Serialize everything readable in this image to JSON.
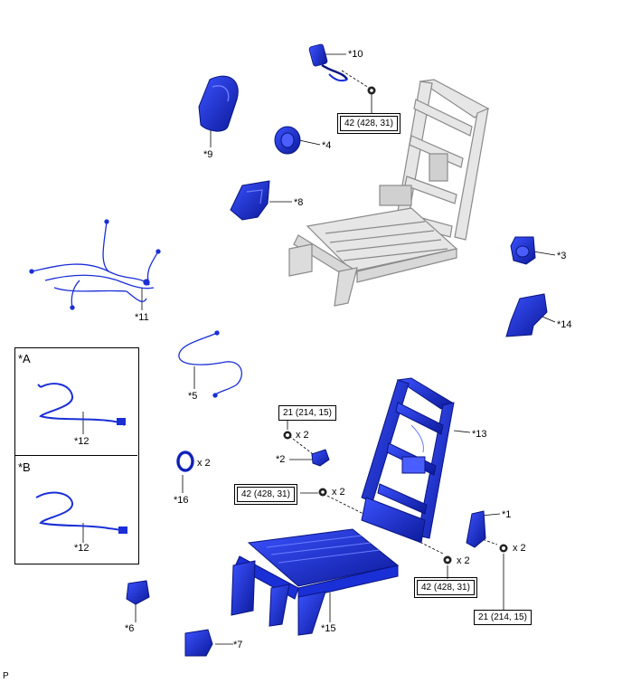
{
  "parts": {
    "p1": "*1",
    "p2": "*2",
    "p3": "*3",
    "p4": "*4",
    "p5": "*5",
    "p6": "*6",
    "p7": "*7",
    "p8": "*8",
    "p9": "*9",
    "p10": "*10",
    "p11": "*11",
    "p12a": "*12",
    "p12b": "*12",
    "p13": "*13",
    "p14": "*14",
    "p15": "*15",
    "p16": "*16"
  },
  "qty": {
    "q16": "x 2",
    "q2": "x 2",
    "q42a": "x 2",
    "q42b": "x 2",
    "q21b": "x 2"
  },
  "torque": {
    "t42_top": "42 (428, 31)",
    "t21_top": "21 (214, 15)",
    "t42_mid": "42 (428, 31)",
    "t42_bot": "42 (428, 31)",
    "t21_bot": "21 (214, 15)"
  },
  "variants": {
    "a": "*A",
    "b": "*B"
  },
  "footer": "P",
  "colors": {
    "part_blue": "#1a2fd6",
    "part_dark": "#0a1580",
    "frame_gray": "#c8c8c8",
    "frame_dark": "#8a8a8a"
  }
}
